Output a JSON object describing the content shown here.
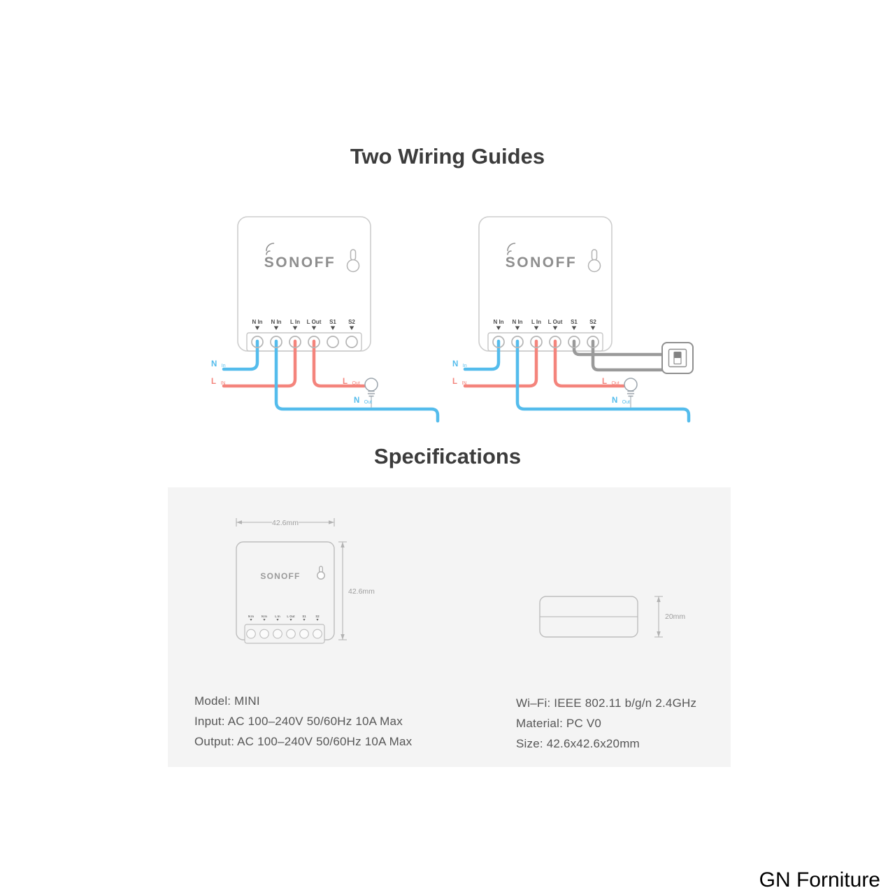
{
  "page": {
    "title": "Two Wiring Guides",
    "specs_heading": "Specifications",
    "watermark": "GN Forniture"
  },
  "colors": {
    "wire_blue": "#54BCEC",
    "wire_red": "#F4847C",
    "wire_gray": "#9A9A9A"
  },
  "device": {
    "brand": "SONOFF",
    "terminals": [
      "N In",
      "N In",
      "L In",
      "L Out",
      "S1",
      "S2"
    ]
  },
  "wire_labels": {
    "n_in": {
      "main": "N",
      "sub": "In"
    },
    "l_in": {
      "main": "L",
      "sub": "IN"
    },
    "l_out": {
      "main": "L",
      "sub": "Out"
    },
    "n_out": {
      "main": "N",
      "sub": "Out"
    }
  },
  "dimensions": {
    "width": "42.6mm",
    "height": "42.6mm",
    "depth": "20mm"
  },
  "specs": {
    "left": [
      "Model: MINI",
      "Input: AC 100–240V 50/60Hz 10A Max",
      "Output: AC 100–240V 50/60Hz 10A Max"
    ],
    "right": [
      "Wi–Fi: IEEE 802.11 b/g/n 2.4GHz",
      "Material: PC V0",
      "Size: 42.6x42.6x20mm"
    ]
  }
}
